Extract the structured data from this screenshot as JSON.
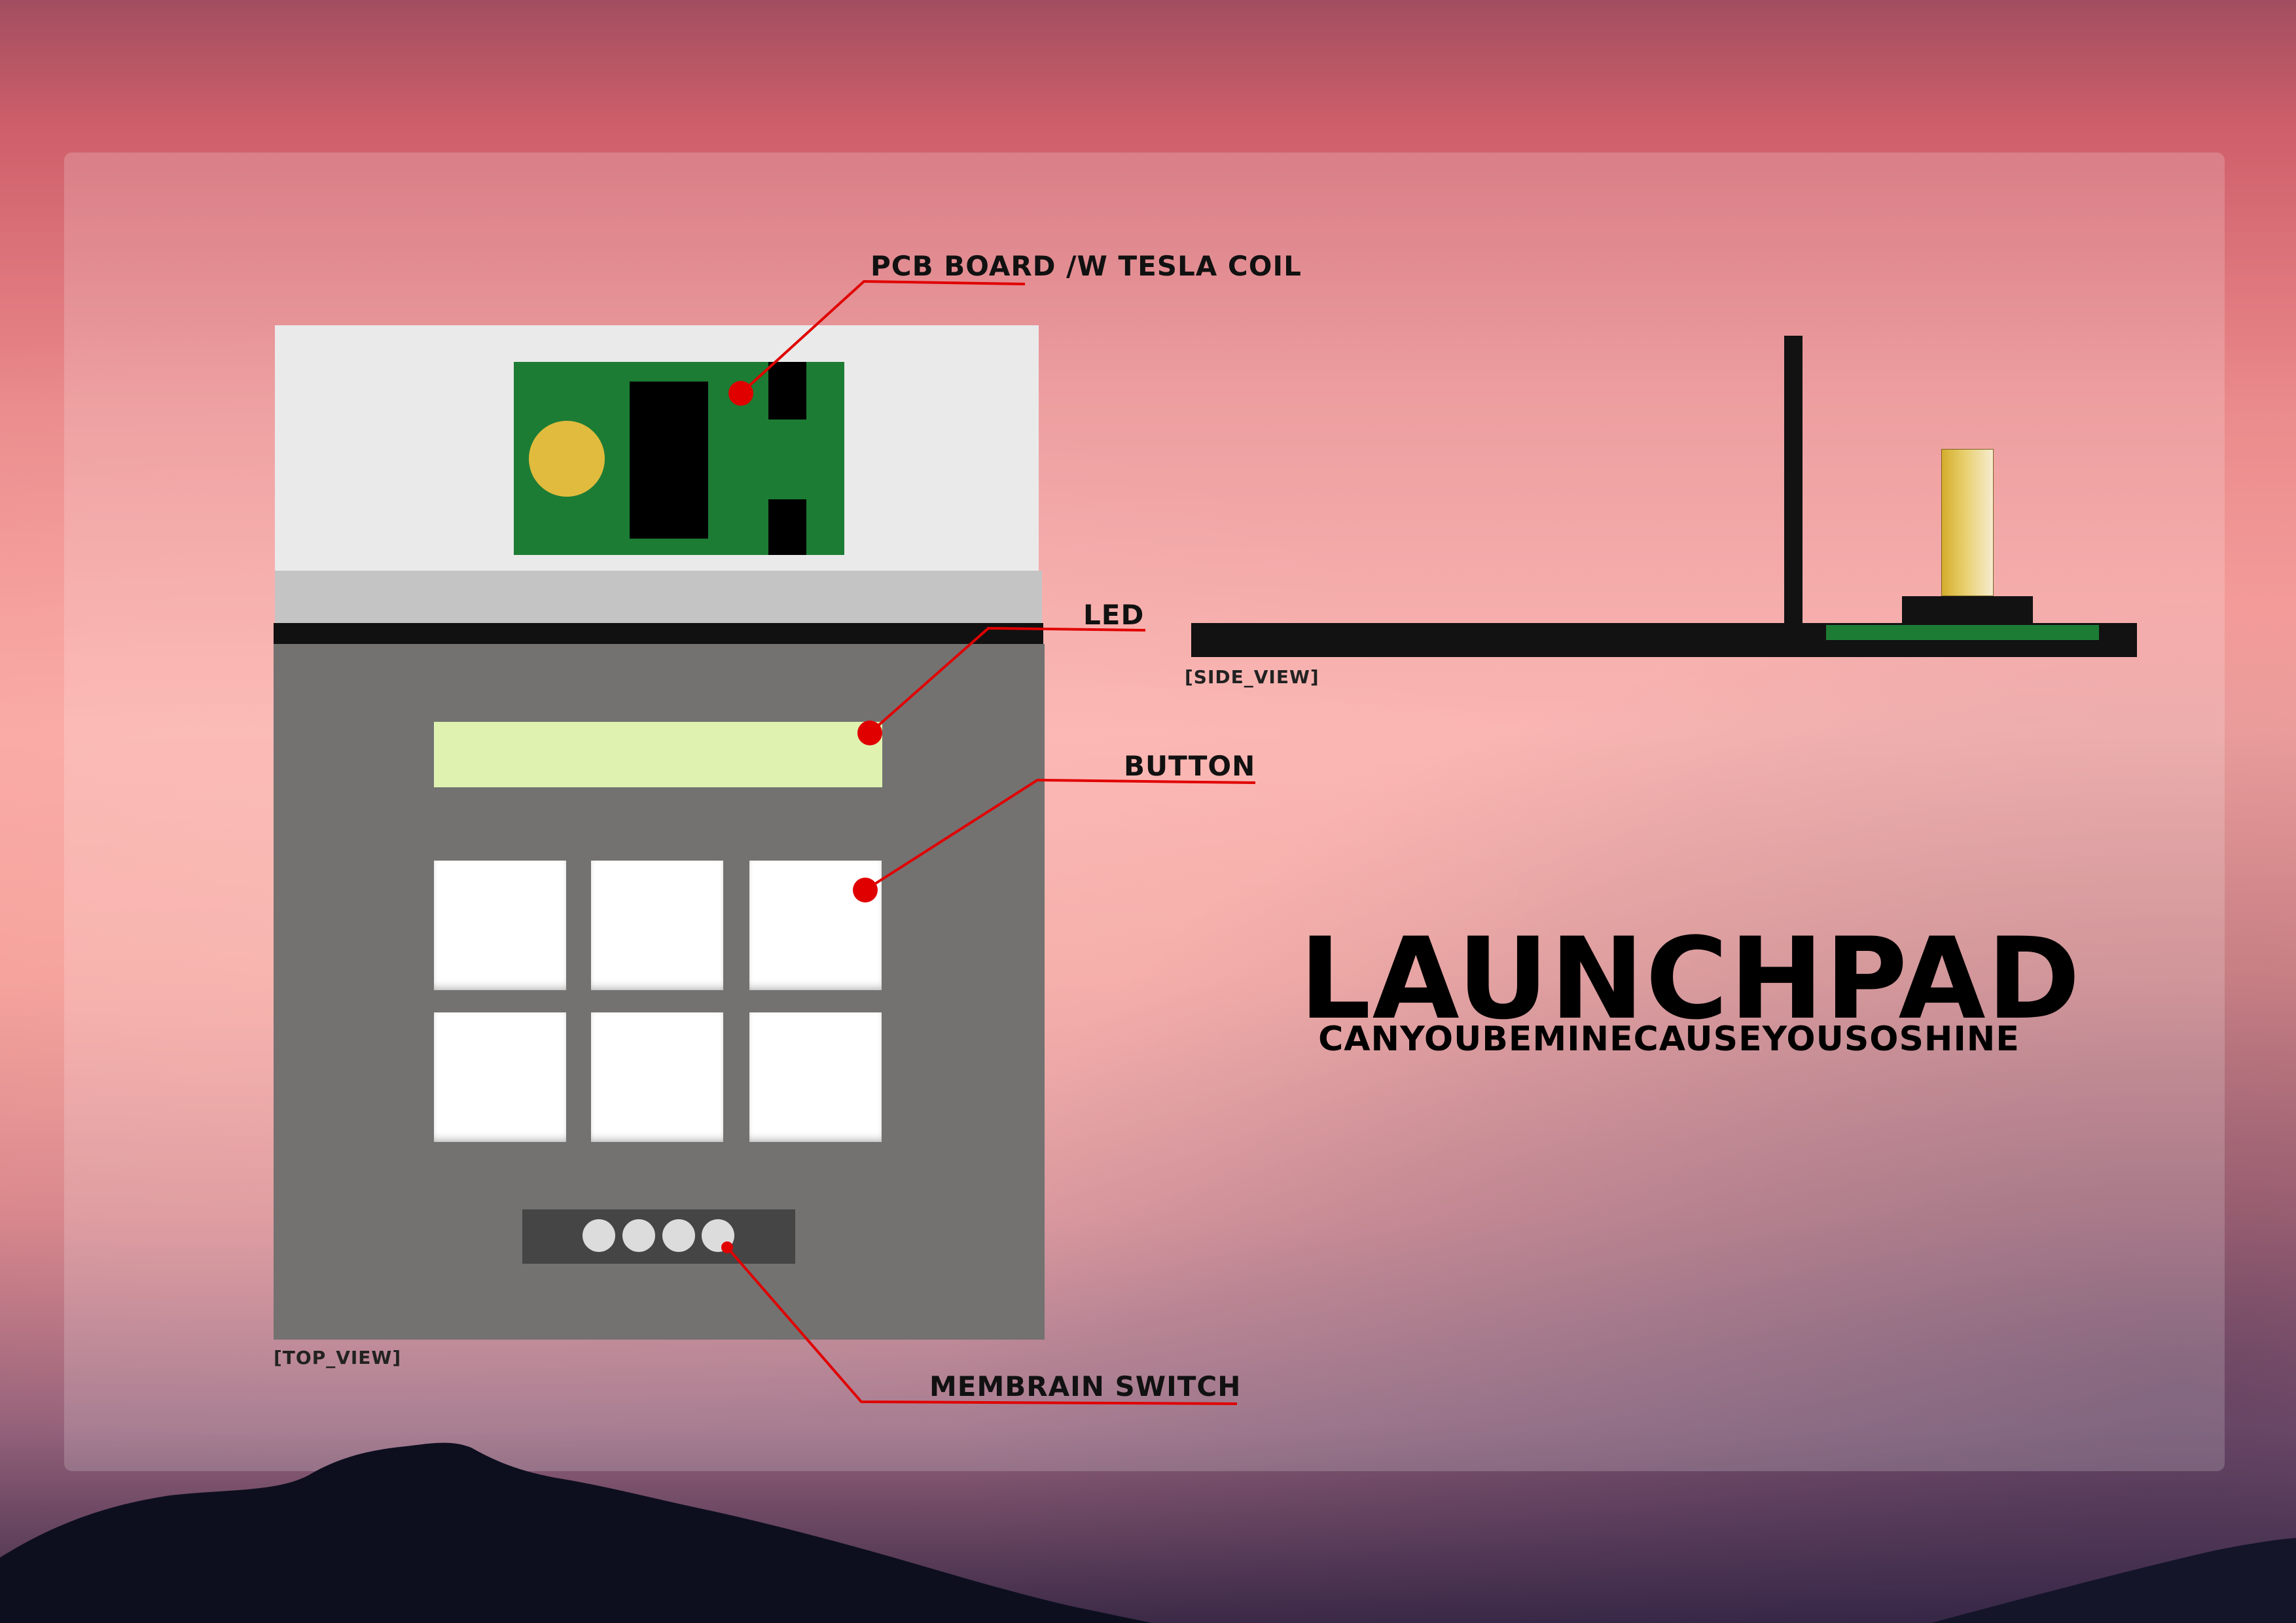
{
  "diagram": {
    "title": "LAUNCHPAD",
    "subtitle": "CANYOUBEMINECAUSEYOUSOSHINE",
    "views": {
      "top": "[TOP_VIEW]",
      "side": "[SIDE_VIEW]"
    },
    "callouts": {
      "pcb": "PCB BOARD /W TESLA COIL",
      "led": "LED",
      "button": "BUTTON",
      "membrane": "MEMBRAIN SWITCH"
    },
    "button_grid": {
      "rows": 2,
      "cols": 3
    },
    "membrane_dot_count": 4
  },
  "colors": {
    "pcb_green": "#1d7c34",
    "coil_gold": "#e1bb3d",
    "led_green": "#dff2b0",
    "callout_red": "#e00000",
    "body_gray": "#737271"
  }
}
